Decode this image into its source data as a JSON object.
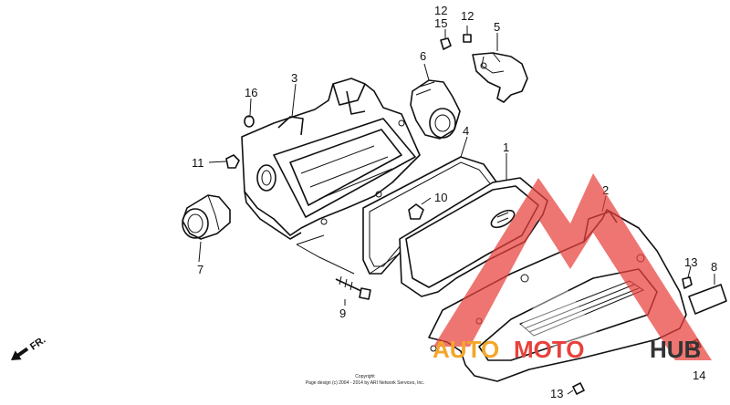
{
  "callouts": [
    {
      "id": "c1",
      "text": "1"
    },
    {
      "id": "c2",
      "text": "2"
    },
    {
      "id": "c3",
      "text": "3"
    },
    {
      "id": "c4",
      "text": "4"
    },
    {
      "id": "c5",
      "text": "5"
    },
    {
      "id": "c6",
      "text": "6"
    },
    {
      "id": "c7",
      "text": "7"
    },
    {
      "id": "c8",
      "text": "8"
    },
    {
      "id": "c9",
      "text": "9"
    },
    {
      "id": "c10",
      "text": "10"
    },
    {
      "id": "c11",
      "text": "11"
    },
    {
      "id": "c12a",
      "text": "12"
    },
    {
      "id": "c12b",
      "text": "12"
    },
    {
      "id": "c13a",
      "text": "13"
    },
    {
      "id": "c13b",
      "text": "13"
    },
    {
      "id": "c14",
      "text": "14"
    },
    {
      "id": "c15",
      "text": "15"
    },
    {
      "id": "c16",
      "text": "16"
    }
  ],
  "direction_mark": "FR.",
  "copyright": {
    "line1": "Copyright",
    "line2": "Page design (c) 2004 - 2014 by ARI Network Services, Inc."
  },
  "watermark": {
    "auto": "AUTO",
    "moto": "MOTO",
    "hub": "HUB",
    "colors": {
      "red": "#e8413c",
      "orange": "#f4a62a",
      "dark": "#333333"
    }
  }
}
